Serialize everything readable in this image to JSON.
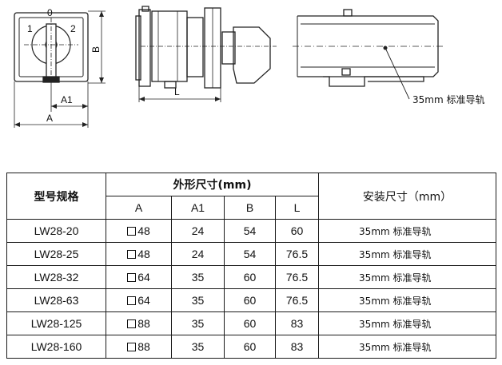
{
  "drawing": {
    "front_labels": {
      "pos0": "0",
      "pos1": "1",
      "pos2": "2",
      "dim_b": "B",
      "dim_a1": "A1",
      "dim_a": "A"
    },
    "side_labels": {
      "dim_l": "L"
    },
    "rail_label": "35mm 标准导轨"
  },
  "table": {
    "header": {
      "model": "型号规格",
      "outer_dims": "外形尺寸(mm)",
      "install": "安装尺寸（mm）",
      "cols": [
        "A",
        "A1",
        "B",
        "L"
      ]
    },
    "rows": [
      {
        "model": "LW28-20",
        "a": "48",
        "a1": "24",
        "b": "54",
        "l": "60",
        "rail": "35mm 标准导轨"
      },
      {
        "model": "LW28-25",
        "a": "48",
        "a1": "24",
        "b": "54",
        "l": "76.5",
        "rail": "35mm 标准导轨"
      },
      {
        "model": "LW28-32",
        "a": "64",
        "a1": "35",
        "b": "60",
        "l": "76.5",
        "rail": "35mm 标准导轨"
      },
      {
        "model": "LW28-63",
        "a": "64",
        "a1": "35",
        "b": "60",
        "l": "76.5",
        "rail": "35mm 标准导轨"
      },
      {
        "model": "LW28-125",
        "a": "88",
        "a1": "35",
        "b": "60",
        "l": "83",
        "rail": "35mm 标准导轨"
      },
      {
        "model": "LW28-160",
        "a": "88",
        "a1": "35",
        "b": "60",
        "l": "83",
        "rail": "35mm 标准导轨"
      }
    ]
  }
}
